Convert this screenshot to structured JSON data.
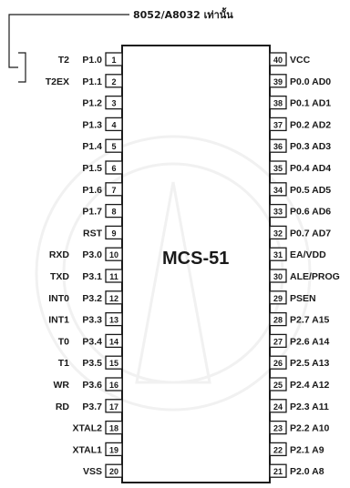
{
  "header_note": "8052/A8032 เท่านั้น",
  "chip_name": "MCS-51",
  "left_pins": [
    {
      "num": "1",
      "label": "P1.0",
      "alt": "T2"
    },
    {
      "num": "2",
      "label": "P1.1",
      "alt": "T2EX"
    },
    {
      "num": "3",
      "label": "P1.2",
      "alt": ""
    },
    {
      "num": "4",
      "label": "P1.3",
      "alt": ""
    },
    {
      "num": "5",
      "label": "P1.4",
      "alt": ""
    },
    {
      "num": "6",
      "label": "P1.5",
      "alt": ""
    },
    {
      "num": "7",
      "label": "P1.6",
      "alt": ""
    },
    {
      "num": "8",
      "label": "P1.7",
      "alt": ""
    },
    {
      "num": "9",
      "label": "RST",
      "alt": ""
    },
    {
      "num": "10",
      "label": "P3.0",
      "alt": "RXD"
    },
    {
      "num": "11",
      "label": "P3.1",
      "alt": "TXD"
    },
    {
      "num": "12",
      "label": "P3.2",
      "alt": "INT0"
    },
    {
      "num": "13",
      "label": "P3.3",
      "alt": "INT1"
    },
    {
      "num": "14",
      "label": "P3.4",
      "alt": "T0"
    },
    {
      "num": "15",
      "label": "P3.5",
      "alt": "T1"
    },
    {
      "num": "16",
      "label": "P3.6",
      "alt": "WR"
    },
    {
      "num": "17",
      "label": "P3.7",
      "alt": "RD"
    },
    {
      "num": "18",
      "label": "XTAL2",
      "alt": ""
    },
    {
      "num": "19",
      "label": "XTAL1",
      "alt": ""
    },
    {
      "num": "20",
      "label": "VSS",
      "alt": ""
    }
  ],
  "right_pins": [
    {
      "num": "40",
      "label": "VCC"
    },
    {
      "num": "39",
      "label": "P0.0 AD0"
    },
    {
      "num": "38",
      "label": "P0.1 AD1"
    },
    {
      "num": "37",
      "label": "P0.2 AD2"
    },
    {
      "num": "36",
      "label": "P0.3 AD3"
    },
    {
      "num": "35",
      "label": "P0.4 AD4"
    },
    {
      "num": "34",
      "label": "P0.5 AD5"
    },
    {
      "num": "33",
      "label": "P0.6 AD6"
    },
    {
      "num": "32",
      "label": "P0.7 AD7"
    },
    {
      "num": "31",
      "label": "EA/VDD"
    },
    {
      "num": "30",
      "label": "ALE/PROG"
    },
    {
      "num": "29",
      "label": "PSEN"
    },
    {
      "num": "28",
      "label": "P2.7 A15"
    },
    {
      "num": "27",
      "label": "P2.6 A14"
    },
    {
      "num": "26",
      "label": "P2.5 A13"
    },
    {
      "num": "25",
      "label": "P2.4 A12"
    },
    {
      "num": "24",
      "label": "P2.3 A11"
    },
    {
      "num": "23",
      "label": "P2.2 A10"
    },
    {
      "num": "22",
      "label": "P2.1 A9"
    },
    {
      "num": "21",
      "label": "P2.0 A8"
    }
  ]
}
